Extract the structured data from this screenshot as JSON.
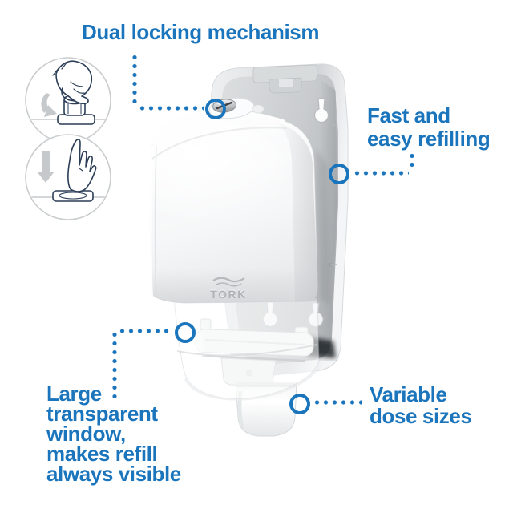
{
  "colors": {
    "accent_blue": "#1B75BC",
    "line_art_navy": "#2b3d57",
    "inset_gray": "#c6c9cb",
    "dispenser_gray": "#c9ccce"
  },
  "product": {
    "logo_text": "TORK"
  },
  "callouts": {
    "dual_locking": {
      "label": "Dual locking mechanism"
    },
    "fast_refilling": {
      "lines": [
        "Fast and",
        "easy refilling"
      ]
    },
    "transparent_window": {
      "lines": [
        "Large",
        "transparent",
        "window,",
        "makes refill",
        "always visible"
      ]
    },
    "dose_sizes": {
      "lines": [
        "Variable",
        "dose sizes"
      ]
    }
  },
  "insets": {
    "twist_lock": {
      "icon": "hand-twisting-lock-illustration"
    },
    "push_open": {
      "icon": "finger-pressing-button-illustration"
    }
  }
}
